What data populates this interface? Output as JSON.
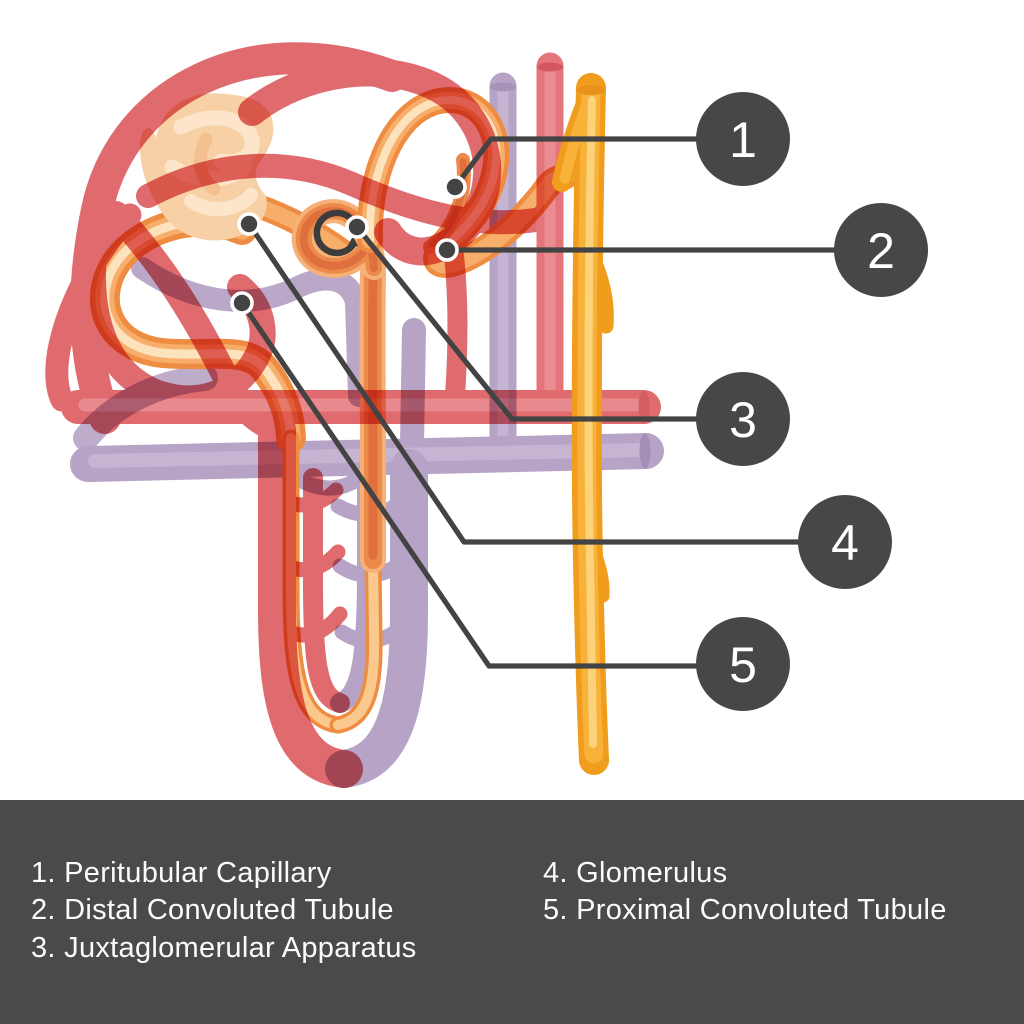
{
  "callouts": [
    {
      "number": "1"
    },
    {
      "number": "2"
    },
    {
      "number": "3"
    },
    {
      "number": "4"
    },
    {
      "number": "5"
    }
  ],
  "legend": {
    "col1": [
      "1. Peritubular Capillary",
      "2. Distal Convoluted Tubule",
      "3. Juxtaglomerular Apparatus"
    ],
    "col2": [
      "4. Glomerulus",
      "5. Proximal Convoluted Tubule"
    ]
  },
  "colors": {
    "salmon_vessel": "#e06b6e",
    "lavender_vessel": "#b7a3c5",
    "orange_tubule": "#f8ae6b",
    "amber_collecting_duct": "#f5a527",
    "glomerulus_fill": "#f8d0a6",
    "callout_gray": "#474747",
    "legend_background": "#4a4a4a",
    "legend_text": "#ffffff",
    "diagram_background": "#ffffff"
  }
}
